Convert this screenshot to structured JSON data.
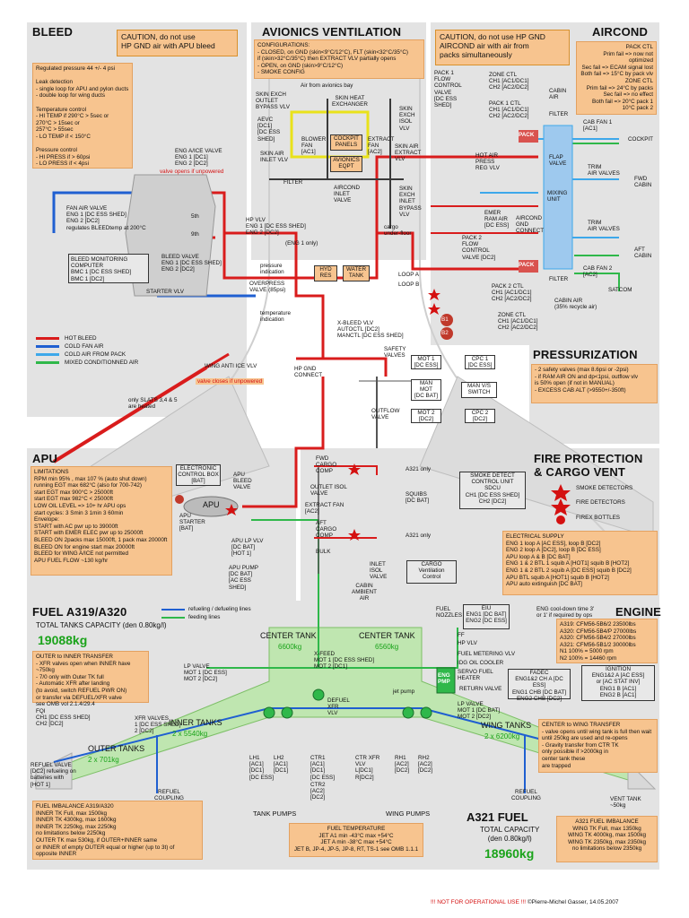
{
  "bleed": {
    "title": "BLEED",
    "caution": "CAUTION, do not use\nHP GND air with APU bleed",
    "note": "Regulated pressure 44 +/- 4 psi\n\nLeak detection\n- single loop for APU and pylon ducts\n- double loop for wing ducts\n\nTemperature control\n- HI TEMP if 290°C > 5sec or\n           270°C > 15sec or\n           257°C > 55sec\n- LO TEMP if < 150°C\n\nPressure control\n- HI PRESS if > 60psi\n- LO PRESS if < 4psi",
    "eng_aice_valve": "ENG A/ICE VALVE\nENG 1 [DC1]\nENG 2 [DC2]",
    "eng_aice_note": "valve opens if unpowered",
    "fan_air_valve": "FAN AIR VALVE\nENG 1 [DC ESS SHED]\nENG 2 [DC2]\nregulates BLEEDtemp at 200°C",
    "hp_vlv": "HP VLV\nENG 1 [DC ESS SHED]\nENG 2 [DC2]",
    "eng1_only": "(ENG 1 only)",
    "bmc": "BLEED MONITORING\nCOMPUTER\nBMC 1 [DC ESS SHED]\nBMC 1 [DC2]",
    "bleed_valve": "BLEED VALVE\nENG 1 [DC ESS SHED]\nENG 2 [DC2]",
    "pressure_indication": "pressure\nindication",
    "overpress_valve": "OVERPRESS\nVALVE (85psi)",
    "temperature_indication": "temperature\nindication",
    "starter_vlv": "STARTER VLV",
    "stage5": "5th",
    "stage9": "9th",
    "legend": [
      "HOT BLEED",
      "COLD FAN AIR",
      "COLD AIR FROM PACK",
      "MIXED CONDITIONNED AIR"
    ],
    "wing_antiice": "WING ANTI ICE VLV",
    "wing_antiice_note": "valve closes if unpowered",
    "slats_note": "only SLATS 3,4 & 5\nare heated",
    "hp_gnd": "HP GND\nCONNECT",
    "xbleed": "X-BLEED VLV\nAUTOCTL [DC2]\nMANCTL [DC ESS SHED]",
    "hyd_res": "HYD\nRES",
    "water_tank": "WATER\nTANK"
  },
  "avionics": {
    "title": "AVIONICS VENTILATION",
    "config": "CONFIGURATIONS:\n- CLOSED, on GND (skin<9°C/12°C), FLT (skin<32°C/35°C)\n  if (skin>32°C/35°C) then EXTRACT VLV partially opens\n- OPEN, on GND (skin>9°C/12°C)\n- SMOKE CONFIG",
    "from_bay": "Air from avionics bay",
    "skin_exch_outlet": "SKIN EXCH\nOUTLET\nBYPASS VLV",
    "skin_heat_exchanger": "SKIN HEAT\nEXCHANGER",
    "skin_exch_isol": "SKIN\nEXCH\nISOL\nVLV",
    "aevc": "AEVC\n[DC1]\n[DC ESS\nSHED]",
    "blower_fan": "BLOWER\nFAN\n[AC1]",
    "cockpit_panels": "COCKPIT\nPANELS",
    "avionics_eqpt": "AVIONICS\nEQPT",
    "extract_fan": "EXTRACT\nFAN\n[AC2]",
    "skin_air_inlet": "SKIN AIR\nINLET VLV",
    "skin_air_extract": "SKIN AIR\nEXTRACT\nVLV",
    "filter": "FILTER",
    "aircond_inlet": "AIRCOND\nINLET\nVALVE",
    "skin_exch_inlet": "SKIN\nEXCH\nINLET\nBYPASS\nVLV",
    "cargo_underfloor": "cargo\nunder-floor"
  },
  "aircond": {
    "title": "AIRCOND",
    "caution": "CAUTION, do not use HP GND\nAIRCOND air with air from\npacks simultaneously",
    "pack_ctl": "PACK CTL\nPrim fail => now not optimized\nSec fail => ECAM signal lost\nBoth fail => 15°C by pack vlv\nZONE CTL\nPrim fail => 24°C by packs\nSec fail => no effect\nBoth fail => 20°C pack 1\n10°C pack 2",
    "pack1_flow": "PACK 1\nFLOW\nCONTROL\nVALVE\n[DC ESS\nSHED]",
    "zone_ctl1": "ZONE CTL\nCH1 [AC1/DC1]\nCH2 [AC2/DC2]",
    "pack1_ctl": "PACK 1 CTL\nCH1 [AC1/DC1]\nCH2 [AC2/DC2]",
    "cabin_air": "CABIN\nAIR",
    "filter": "FILTER",
    "cab_fan1": "CAB FAN 1\n[AC1]",
    "pack_label": "PACK",
    "flap_valve": "FLAP\nVALVE",
    "mixing_unit": "MIXING\nUNIT",
    "cockpit": "COCKPIT",
    "hot_air": "HOT AIR\nPRESS\nREG VLV",
    "trim_air1": "TRIM\nAIR VALVES",
    "fwd_cabin": "FWD\nCABIN",
    "emer_ram": "EMER\nRAM AIR\n[DC ESS]",
    "aircond_gnd": "AIRCOND\nGND\nCONNECT",
    "trim_air2": "TRIM\nAIR VALVES",
    "aft_cabin": "AFT\nCABIN",
    "pack2_flow": "PACK 2\nFLOW\nCONTROL\nVALVE [DC2]",
    "cab_fan2": "CAB FAN 2\n[AC2]",
    "loop_a": "LOOP A",
    "loop_b": "LOOP B",
    "pack2_ctl": "PACK 2 CTL\nCH1 [AC1/DC1]\nCH2 [AC2/DC2]",
    "zone_ctl2": "ZONE CTL\nCH1 [AC1/DC1]\nCH2 [AC2/DC2]",
    "cabin_air2": "CABIN AIR\n(35% recycle air)",
    "filter2": "FILTER",
    "satcom": "SATCOM",
    "b1": "B1",
    "b2": "B2"
  },
  "pressurization": {
    "title": "PRESSURIZATION",
    "note": "- 2 safety valves (max 8.6psi or -2psi)\n- if RAM AIR ON and dp<1psi, outflow vlv\n  is 50% open (if not in MANUAL)\n- EXCESS CAB ALT (>9550+/-350ft)",
    "safety_valves": "SAFETY\nVALVES",
    "mot1": "MOT 1\n[DC ESS]",
    "cpc1": "CPC 1\n[DC ESS]",
    "man_mot": "MAN\nMOT\n[DC BAT]",
    "man_vs": "MAN V/S\nSWITCH",
    "outflow": "OUTFLOW\nVALVE",
    "mot2": "MOT 2\n[DC2]",
    "cpc2": "CPC 2\n[DC2]"
  },
  "apu": {
    "title": "APU",
    "note": "LIMITATIONS\nRPM min 95% , max 107 % (auto shut down)\nrunning EGT max 682°C (also for 700-742)\nstart EGT max 900°C > 25000ft\nstart EGT max 982°C < 25000ft\nLOW OIL LEVEL => 10+ hr APU ops\nstart cycles: 3 Smin 3 1min 3 60min\nEnvelope:\nSTART with AC pwr up to 39000ft\nSTART with EMER ELEC pwr up to 25000ft\nBLEED ON 2packs max 15000ft, 1 pack max 20000ft\nBLEED ON for engine start max 20000ft\nBLEED for WING A/ICE not permitted\nAPU FUEL FLOW ~130 kg/hr",
    "ecb": "ELECTRONIC\nCONTROL BOX\n[BAT]",
    "apu_bleed": "APU\nBLEED\nVALVE",
    "apu_label": "APU",
    "apu_starter": "APU\nSTARTER\n[BAT]",
    "apu_lp": "APU LP VLV\n[DC BAT]\n[HOT 1]",
    "apu_pump": "APU PUMP\n[DC BAT]\n[AC ESS\nSHED]"
  },
  "fire": {
    "title": "FIRE PROTECTION\n& CARGO VENT",
    "fwd_cargo": "FWD\nCARGO\nCOMP",
    "a321_only1": "A321 only",
    "outlet_isol": "OUTLET ISOL\nVALVE",
    "extract_fan": "EXTRACT FAN\n[AC2]",
    "aft_cargo": "AFT\nCARGO\nCOMP",
    "bulk": "BULK",
    "a321_only2": "A321 only",
    "inlet_isol": "INLET\nISOL\nVALVE",
    "cabin_ambient": "CABIN\nAMBIENT\nAIR",
    "smoke_unit": "SMOKE DETECT\nCONTROL UNIT\nSDCU\nCH1 [DC ESS SHED]\nCH2 [DC2]",
    "squibs": "SQUIBS\n[DC BAT]",
    "cargo_vent": "CARGO\nVentilation\nControl",
    "legend": [
      "SMOKE DETECTORS",
      "FIRE DETECTORS",
      "FIREX BOTTLES"
    ],
    "elec_supply": "ELECTRICAL SUPPLY\nENG 1 loop A [AC ESS], loop B [DC2]\nENG 2 loop A [DC2], loop B [DC ESS]\nAPU loop A & B [DC BAT]\nENG 1 & 2 BTL 1 squib A [HOT1] squib B [HOT2]\nENG 1 & 2 BTL 2 squib A [DC ESS] squib B [DC2]\nAPU BTL squib A [HOT1] squib B [HOT2]\nAPU auto extinguish [DC BAT]"
  },
  "fuel": {
    "title": "FUEL A319/A320",
    "capacity_label": "TOTAL TANKS CAPACITY (den 0.80kg/l)",
    "capacity_value": "19088kg",
    "legend": [
      "refueling / defueling lines",
      "feeding lines"
    ],
    "transfer_note": "OUTER to INNER TRANSFER\n- XFR valves open when INNER have ~750kg\n- 7/0 only with Outer TK full\n- Automatic XFR after landing\n  (to avoid, switch REFUEL PWR ON)\n  or transfer via DEFUEL/XFR valve\n  see OMB vol 2.1.4/29.4",
    "fqi": "FQI\nCH1 [DC ESS SHED]\nCH2 [DC2]",
    "xfr_valves": "XFR VALVES\n1 [DC ESS SHED]\n2 [DC2]",
    "lp_valve": "LP VALVE\nMOT 1 [DC ESS]\nMOT 2 [DC2]",
    "outer_tanks": "OUTER TANKS",
    "outer_cap": "2 x 701kg",
    "inner_tanks": "INNER TANKS",
    "inner_cap": "2 x 5540kg",
    "center_tank": "CENTER TANK",
    "center_cap": "6600kg",
    "center_tank_r": "CENTER TANK",
    "center_cap_r": "6560kg",
    "refuel_valve": "REFUEL VALVE\n[DC2] refueling on\nbatteries with\n[HOT 1]",
    "refuel_coupling": "REFUEL\nCOUPLING",
    "refuel_coupling_r": "REFUEL\nCOUPLING",
    "imbalance": "FUEL IMBALANCE A319/A320\nINNER TK Full, max 1500kg\nINNER TK 4300kg, max 1600kg\nINNER TK 2250kg, max 2250kg\nno limitations below 2250kg\nOUTER TK max 530kg, if OUTER+INNER same\nor INNER of empty OUTER equal or higher (up to 3t) of\nopposite INNER",
    "xfeed": "X-FEED\nMOT 1 [DC ESS SHED]\nMOT 2 [DC1]",
    "defuel_xfr": "DEFUEL\nXFR\nVLV",
    "jet_pump": "jet pump",
    "pumps_l": "LH1\n[AC1]\n[DC1]\n[DC ESS]",
    "pumps_l2": "LH2\n[AC1]\n[DC1]",
    "ctr1": "CTR1\n[AC1]\n[DC1]\n[DC ESS]",
    "ctr2": "CTR2\n[AC2]\n[DC2]",
    "ctr_xfr": "CTR XFR\nVLV\nL[DC1]\nR[DC2]",
    "rh1": "RH1\n[AC2]\n[DC2]",
    "rh2": "RH2\n[AC2]\n[DC2]",
    "tank_pumps": "TANK PUMPS",
    "wing_pumps": "WING PUMPS",
    "fuel_temp": "FUEL TEMPERATURE\nJET A1 min -43°C max +54°C\nJET A min -38°C max +54°C\nJET B, JP-4, JP-5, JP-8, RT, TS-1 see OMB 1.1.1"
  },
  "engine": {
    "title": "ENGINE",
    "fuel_nozzles": "FUEL\nNOZZLES",
    "eiu": "EIU\nENG1 [DC BAT]\nENG2 [DC ESS]",
    "ff": "FF",
    "hp_vlv": "HP VLV",
    "fuel_metering": "FUEL METERING VLV",
    "idg_oil": "IDG OIL COOLER",
    "servo": "SERVO FUEL\nHEATER",
    "return_valve": "RETURN VALVE",
    "eng_pmp": "ENG\nPMP",
    "lp_valve": "LP VALVE\nMOT 1 [DC BAT]\nMOT 2 [DC2]",
    "cooldown": "ENG cool-down time 3'\nor 1' if required by ops",
    "types": "A319: CFM56-5B6/2 23500lbs\nA320: CFM56-5B4/P 27000lbs\nA320: CFM56-5B4/2 27000lbs\nA321: CFM56-5B1/2 30000lbs\nN1 100% = 5000 rpm\nN2 100% = 14460 rpm",
    "fadec": "FADEC\nENG1&2 CH A [DC ESS]\nENG1 CHB [DC BAT]\nENG2 CHB [DC2]",
    "ignition": "IGNITION\nENG1&2 A [AC ESS]\nor [AC STAT INV]\nENG1 B [AC1]\nENG2 B [AC1]"
  },
  "a321": {
    "wing_tanks": "WING TANKS",
    "wing_cap": "2 x 6200kg",
    "center_transfer": "CENTER to WING TRANSFER\n- valve opens until wing tank is full then wait\n  until 250kg are used and re-opens\n- Gravity transfer from CTR TK\n  only possible if >2000kg in\n  center tank these\n  are trapped",
    "vent_tank": "VENT TANK\n~50kg",
    "title": "A321 FUEL",
    "capacity_label": "TOTAL CAPACITY\n(den 0.80kg/l)",
    "capacity_value": "18960kg",
    "imbalance": "A321 FUEL IMBALANCE\nWING TK Full, max 1350kg\nWING TK 4000kg, max 1500kg\nWING TK 2350kg, max 2350kg\nno limitations below 2350kg"
  },
  "footer": {
    "not_operational": "!!! NOT FOR OPERATIONAL USE !!!",
    "author": " ©Pierre-Michel Gasser, 14.05.2007"
  },
  "colors": {
    "hot": "#d91c1c",
    "fan": "#1f5fd1",
    "pack": "#3da8ea",
    "mixed": "#2fb84a",
    "note": "#f7c48f",
    "panel": "#e3e3e3",
    "fuel_green": "#bfe6b0"
  }
}
